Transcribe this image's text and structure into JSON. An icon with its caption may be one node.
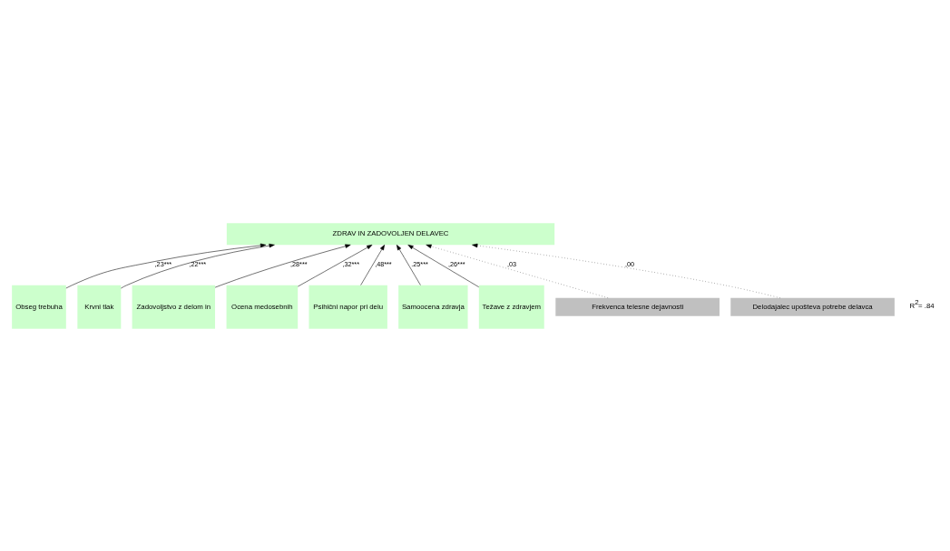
{
  "diagram": {
    "nodes": [
      {
        "text": [
          "ZDRAV IN ZADOVOLJEN DELAVEC"
        ]
      },
      {
        "text": [
          "Obseg trebuha"
        ]
      },
      {
        "text": [
          "Krvni tlak"
        ]
      },
      {
        "text": [
          "Zadovoljstvo z delom in"
        ]
      },
      {
        "text": [
          "Ocena medosebnih"
        ]
      },
      {
        "text": [
          "Psihični napor pri delu"
        ]
      },
      {
        "text": [
          "Samoocena zdravja"
        ]
      },
      {
        "text": [
          "Težave z zdravjem"
        ]
      },
      {
        "text": [
          "Frekvenca telesne dejavnosti"
        ]
      },
      {
        "text": [
          "Delodajalec upošteva potrebe delavca"
        ]
      }
    ],
    "edges": [
      {
        "from": 1,
        "to": 0,
        "arrow": "to",
        "label": ",23***"
      },
      {
        "from": 2,
        "to": 0,
        "arrow": "to",
        "label": ",22***"
      },
      {
        "from": 3,
        "to": 0,
        "arrow": "to",
        "label": ",28***"
      },
      {
        "from": 4,
        "to": 0,
        "arrow": "to",
        "label": ",32***"
      },
      {
        "from": 5,
        "to": 0,
        "arrow": "to",
        "label": ",48***"
      },
      {
        "from": 6,
        "to": 0,
        "arrow": "to",
        "label": ".25***"
      },
      {
        "from": 7,
        "to": 0,
        "arrow": "to",
        "label": ",26***"
      },
      {
        "from": 8,
        "to": 0,
        "arrow": "to",
        "label": ",03",
        "style": "dashed"
      },
      {
        "from": 9,
        "to": 0,
        "arrow": "to",
        "label": ",00",
        "style": "dashed"
      }
    ],
    "labels": [
      "R$^{2}$= .84"
    ]
  }
}
